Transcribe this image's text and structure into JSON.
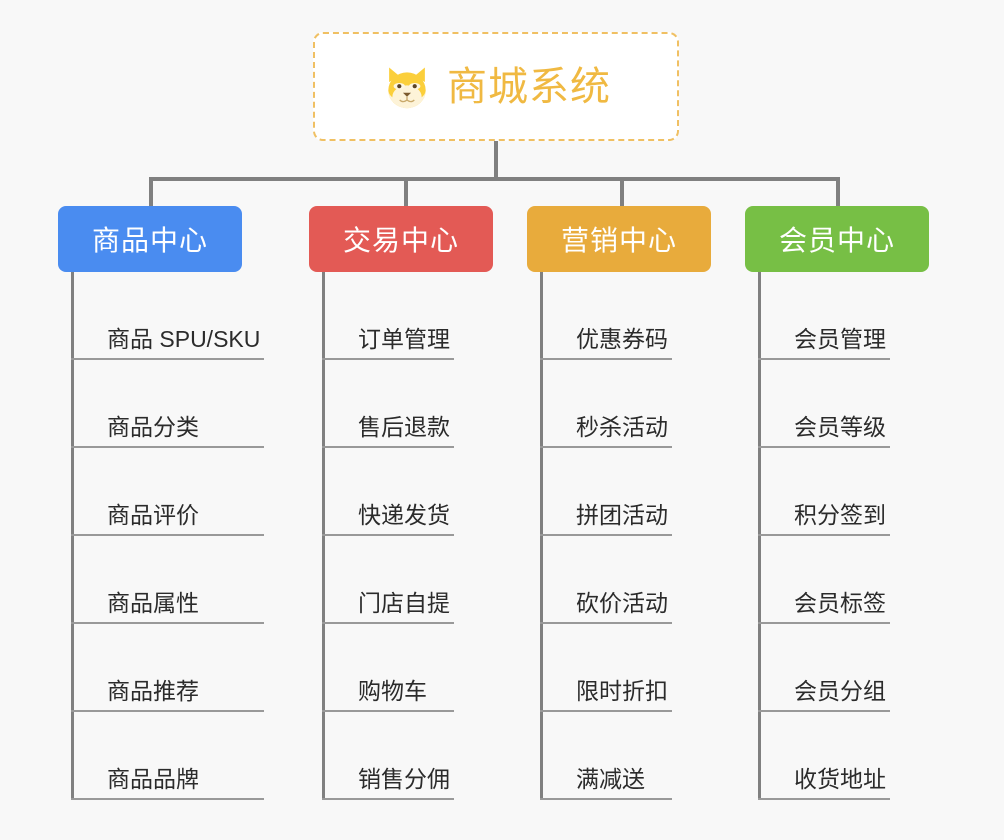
{
  "page": {
    "background_color": "#f8f8f8",
    "title": "商城系统",
    "line_color": "#808080"
  },
  "root": {
    "label": "商城系统",
    "logo_icon": "shiba-dog-face-icon",
    "text_color": "#f0b942",
    "border_color": "#f0c063",
    "background_color": "#ffffff"
  },
  "branches": [
    {
      "label": "商品中心",
      "color": "#4a8cf0",
      "items": [
        {
          "label": "商品 SPU/SKU"
        },
        {
          "label": "商品分类"
        },
        {
          "label": "商品评价"
        },
        {
          "label": "商品属性"
        },
        {
          "label": "商品推荐"
        },
        {
          "label": "商品品牌"
        }
      ]
    },
    {
      "label": "交易中心",
      "color": "#e35a55",
      "items": [
        {
          "label": "订单管理"
        },
        {
          "label": "售后退款"
        },
        {
          "label": "快递发货"
        },
        {
          "label": "门店自提"
        },
        {
          "label": "购物车"
        },
        {
          "label": "销售分佣"
        }
      ]
    },
    {
      "label": "营销中心",
      "color": "#e8ab3c",
      "items": [
        {
          "label": "优惠券码"
        },
        {
          "label": "秒杀活动"
        },
        {
          "label": "拼团活动"
        },
        {
          "label": "砍价活动"
        },
        {
          "label": "限时折扣"
        },
        {
          "label": "满减送"
        }
      ]
    },
    {
      "label": "会员中心",
      "color": "#77bf45",
      "items": [
        {
          "label": "会员管理"
        },
        {
          "label": "会员等级"
        },
        {
          "label": "积分签到"
        },
        {
          "label": "会员标签"
        },
        {
          "label": "会员分组"
        },
        {
          "label": "收货地址"
        }
      ]
    }
  ]
}
